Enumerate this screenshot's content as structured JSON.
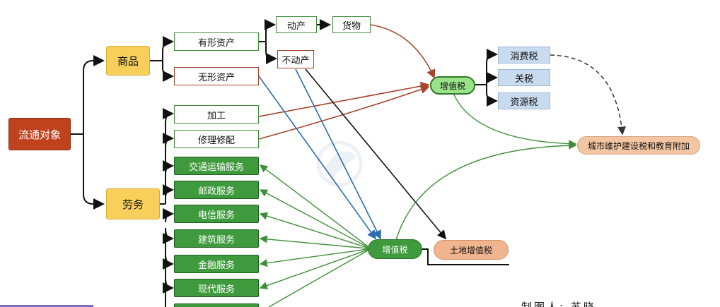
{
  "root": "流通对象",
  "categories": {
    "goods": "商品",
    "labor": "劳务"
  },
  "goods_types": {
    "tangible": "有形资产",
    "intangible": "无形资产"
  },
  "tangible_types": {
    "movable": "动产",
    "cargo": "货物",
    "immovable": "不动产"
  },
  "labor_services": {
    "processing": "加工",
    "repair": "修理修配",
    "transport": "交通运输服务",
    "postal": "邮政服务",
    "telecom": "电信服务",
    "construction": "建筑服务",
    "finance": "金融服务",
    "modern": "现代服务"
  },
  "taxes": {
    "vat_top": "增值税",
    "vat_bottom": "增值税",
    "consumption": "消费税",
    "customs": "关税",
    "resource": "资源税",
    "city": "城市维护建设税和教育附加",
    "land_vat": "土地增值税"
  },
  "colors": {
    "root": "#c0421c",
    "category": "#f7cf5a",
    "service": "#3f9a3d",
    "vat_top": "#9be38a",
    "blue_tax": "#c9dbef",
    "city_tax": "#f3c6a3",
    "black_arrow": "#111111",
    "red_arrow": "#a8442a",
    "blue_arrow": "#2a6db0",
    "green_arrow": "#3f8f3a"
  },
  "footer_partial_text": "制图人: 苏晓"
}
